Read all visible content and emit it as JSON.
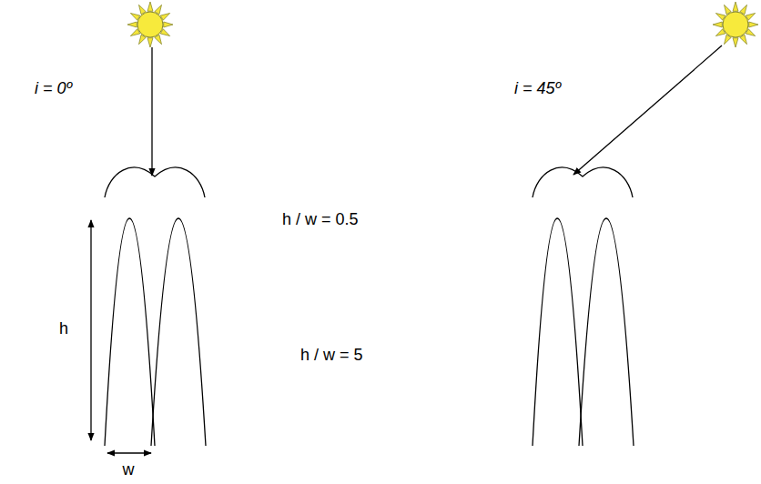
{
  "diagram": {
    "labels": [
      "i = 0º",
      "i = 45º",
      "h / w = 0.5",
      "h / w = 5",
      "h",
      "w"
    ]
  }
}
